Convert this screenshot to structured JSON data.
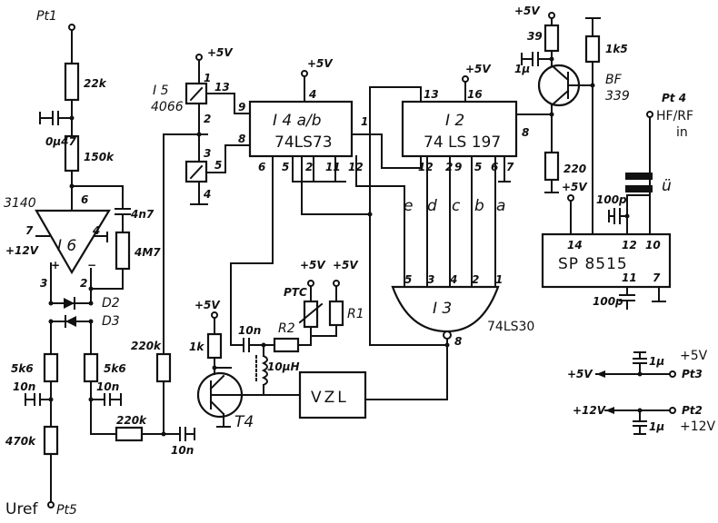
{
  "pins": {
    "pt1": "Pt1",
    "pt4": "Pt 4",
    "pt5": "Pt5",
    "pt3": "Pt3",
    "pt2": "Pt2",
    "uref": "Uref",
    "hf_rf": "HF/RF",
    "in": "in"
  },
  "supplies": {
    "p5": "+5V",
    "p12": "+12V",
    "p5b": "+5V",
    "p12b": "+12V",
    "tp5": "+5V"
  },
  "resistors": {
    "r22k": "22k",
    "r150k": "150k",
    "r4m7": "4M7",
    "r5k6a": "5k6",
    "r5k6b": "5k6",
    "r470k": "470k",
    "r220k_a": "220k",
    "r220k_b": "220k",
    "r1k": "1k",
    "r39": "39",
    "r1k5": "1k5",
    "r220": "220",
    "r2": "R2",
    "r1": "R1",
    "ptc": "PTC"
  },
  "capacitors": {
    "c0u47": "0µ47",
    "c4n7": "4n7",
    "c10n_a": "10n",
    "c10n_b": "10n",
    "c10n_c": "10n",
    "c10n_d": "10n",
    "c1u_a": "1µ",
    "c100p_a": "100p",
    "c100p_b": "100p",
    "c1u_b": "1µ",
    "c1u_c": "1µ",
    "l10u": "10µH"
  },
  "ics": {
    "i5": "I 5",
    "i5_type": "4066",
    "i4": "I 4 a/b",
    "i4_type": "74LS73",
    "i2": "I 2",
    "i2_type": "74 LS 197",
    "i3": "I  3",
    "i3_type": "74LS30",
    "i6": "I  6",
    "i6_type": "3140",
    "sp": "SP 8515",
    "vzl": "VZL",
    "t4": "T4",
    "bf": "BF",
    "bf_type": "339",
    "d2": "D2",
    "d3": "D3",
    "tr": "ü"
  },
  "pin_numbers": {
    "i5": [
      "1",
      "13",
      "2",
      "3",
      "5",
      "4"
    ],
    "i4": [
      "9",
      "8",
      "4",
      "1",
      "6",
      "5",
      "2",
      "11",
      "12"
    ],
    "i2": [
      "13",
      "16",
      "8",
      "12",
      "2",
      "9",
      "5",
      "6",
      "7"
    ],
    "i3": [
      "5",
      "3",
      "4",
      "2",
      "1",
      "8"
    ],
    "i6": [
      "6",
      "7",
      "4",
      "3",
      "2"
    ],
    "sp": [
      "14",
      "12",
      "10",
      "11",
      "7"
    ]
  },
  "outputs": [
    "e",
    "d",
    "c",
    "b",
    "a"
  ]
}
